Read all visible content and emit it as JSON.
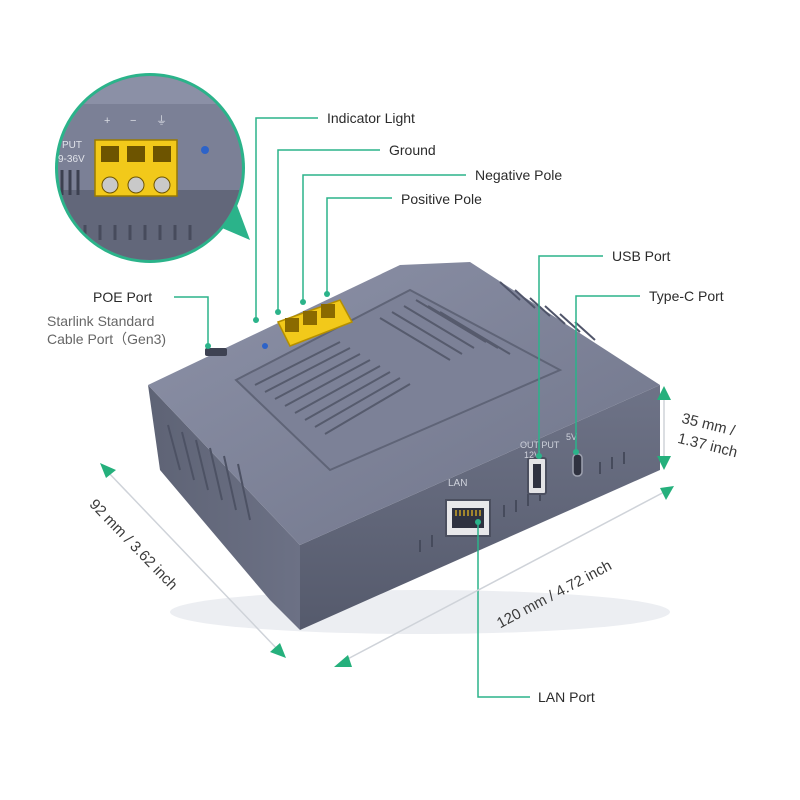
{
  "callouts": {
    "indicator_light": "Indicator Light",
    "ground": "Ground",
    "negative_pole": "Negative Pole",
    "positive_pole": "Positive Pole",
    "usb_port": "USB Port",
    "type_c_port": "Type-C Port",
    "poe_port": "POE Port",
    "starlink_line1": "Starlink Standard",
    "starlink_line2": "Cable Port（Gen3)",
    "lan_port": "LAN Port"
  },
  "dimensions": {
    "width": "120 mm / 4.72 inch",
    "depth": "92 mm / 3.62 inch",
    "height_line1": "35 mm /",
    "height_line2": "1.37 inch"
  },
  "device_markings": {
    "lan": "LAN",
    "input": "PUT",
    "voltage": "9-36V",
    "out_12v": "12V",
    "out_5v": "5V",
    "out": "OUT PUT"
  },
  "colors": {
    "callout_line": "#2bb38a",
    "arrow": "#25b07c",
    "device_body": "#7a7f95",
    "device_dark": "#5a5f72",
    "terminal_yellow": "#f2c91a"
  }
}
